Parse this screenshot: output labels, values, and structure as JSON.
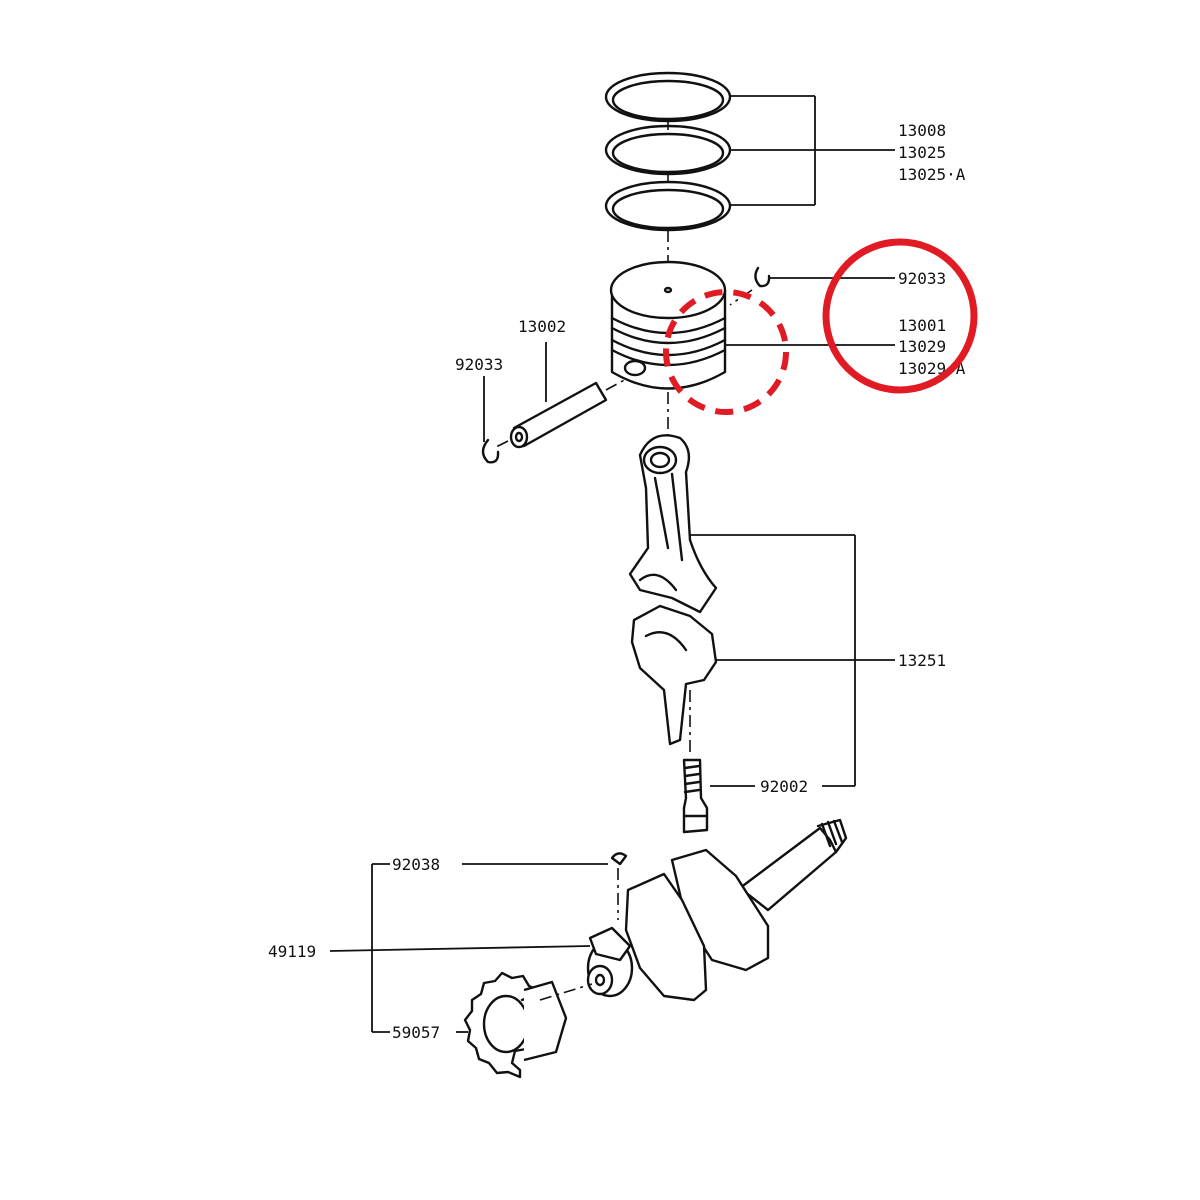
{
  "labels": {
    "rings": [
      "13008",
      "13025",
      "13025·A"
    ],
    "piston": [
      "92033",
      "13001",
      "13029",
      "13029·A"
    ],
    "pin": "13002",
    "pin_clip": "92033",
    "conrod": "13251",
    "bolt": "92002",
    "key": "92038",
    "crankshaft": "49119",
    "gear": "59057"
  },
  "highlight": {
    "color": "#e01b24",
    "solid_circle_target": "piston-part-numbers",
    "dashed_circle_target": "piston-skirt"
  }
}
